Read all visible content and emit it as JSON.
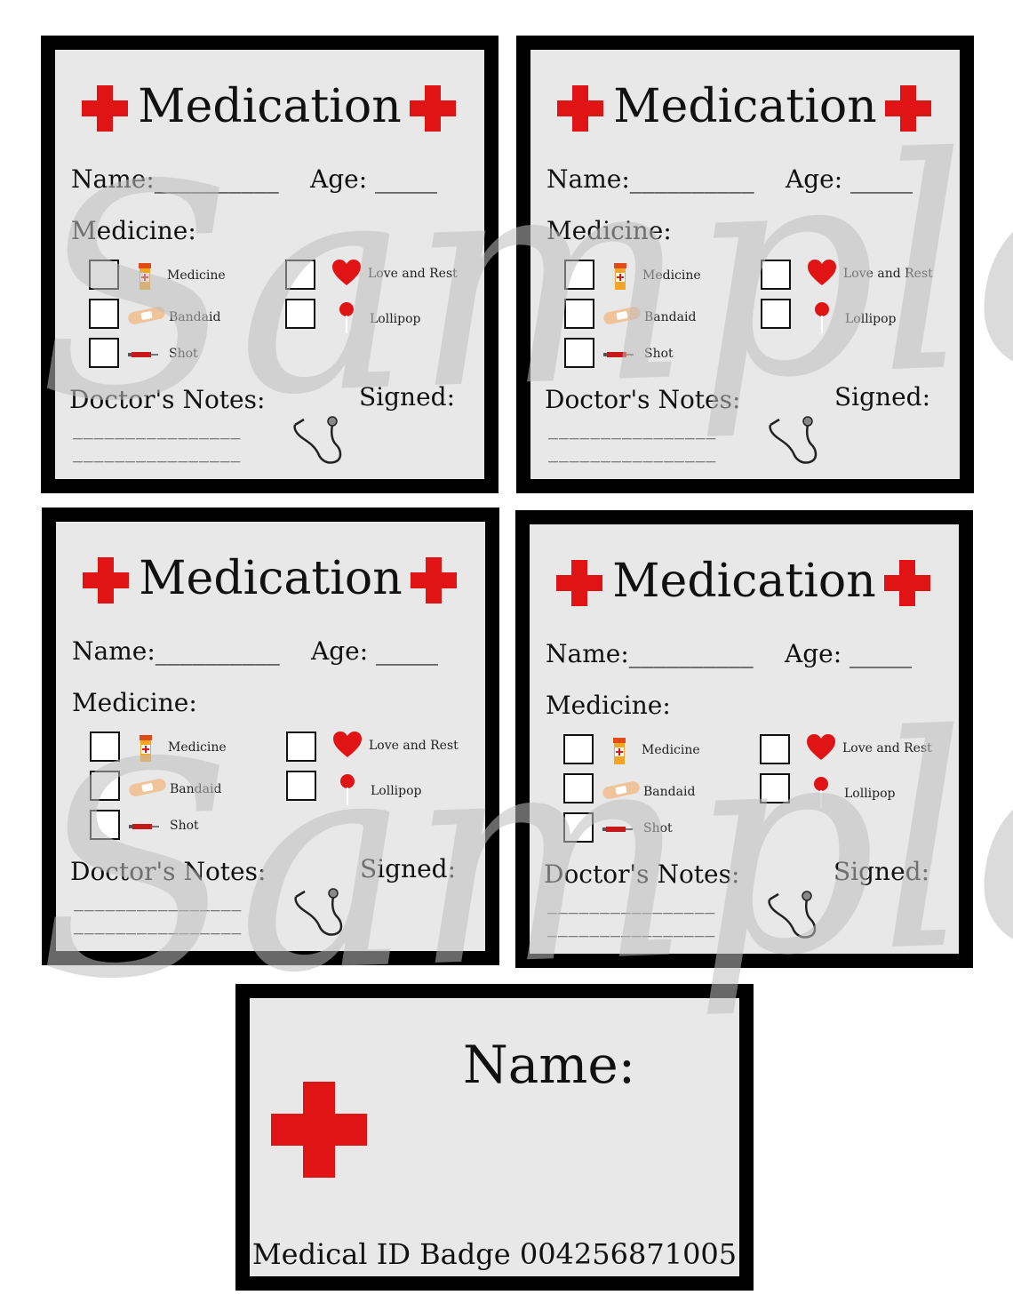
{
  "cards": [
    {
      "title": "Medication",
      "name_row": "Name:__________",
      "age_row": "Age: _____",
      "medicine_label": "Medicine:",
      "notes_label": "Doctor's Notes:",
      "signed_label": "Signed:",
      "notes_line": "________________",
      "options": {
        "medicine": "Medicine",
        "bandaid": "Bandaid",
        "shot": "Shot",
        "love": "Love and Rest",
        "lollipop": "Lollipop"
      }
    },
    {
      "title": "Medication",
      "name_row": "Name:__________",
      "age_row": "Age: _____",
      "medicine_label": "Medicine:",
      "notes_label": "Doctor's Notes:",
      "signed_label": "Signed:",
      "notes_line": "________________",
      "options": {
        "medicine": "Medicine",
        "bandaid": "Bandaid",
        "shot": "Shot",
        "love": "Love and Rest",
        "lollipop": "Lollipop"
      }
    },
    {
      "title": "Medication",
      "name_row": "Name:__________",
      "age_row": "Age: _____",
      "medicine_label": "Medicine:",
      "notes_label": "Doctor's Notes:",
      "signed_label": "Signed:",
      "notes_line": "________________",
      "options": {
        "medicine": "Medicine",
        "bandaid": "Bandaid",
        "shot": "Shot",
        "love": "Love and Rest",
        "lollipop": "Lollipop"
      }
    },
    {
      "title": "Medication",
      "name_row": "Name:__________",
      "age_row": "Age: _____",
      "medicine_label": "Medicine:",
      "notes_label": "Doctor's Notes:",
      "signed_label": "Signed:",
      "notes_line": "________________",
      "options": {
        "medicine": "Medicine",
        "bandaid": "Bandaid",
        "shot": "Shot",
        "love": "Love and Rest",
        "lollipop": "Lollipop"
      }
    }
  ],
  "badge": {
    "name_label": "Name:",
    "id_text": "Medical ID Badge 004256871005"
  },
  "watermark": {
    "text": "Sample",
    "color": "#bdbdbd"
  },
  "colors": {
    "accent": "#e01414",
    "card_bg": "#e8e8e8",
    "border": "#000000"
  },
  "icons": [
    "red-cross-icon",
    "medicine-bottle-icon",
    "bandaid-icon",
    "syringe-icon",
    "heart-icon",
    "lollipop-icon",
    "stethoscope-icon"
  ]
}
